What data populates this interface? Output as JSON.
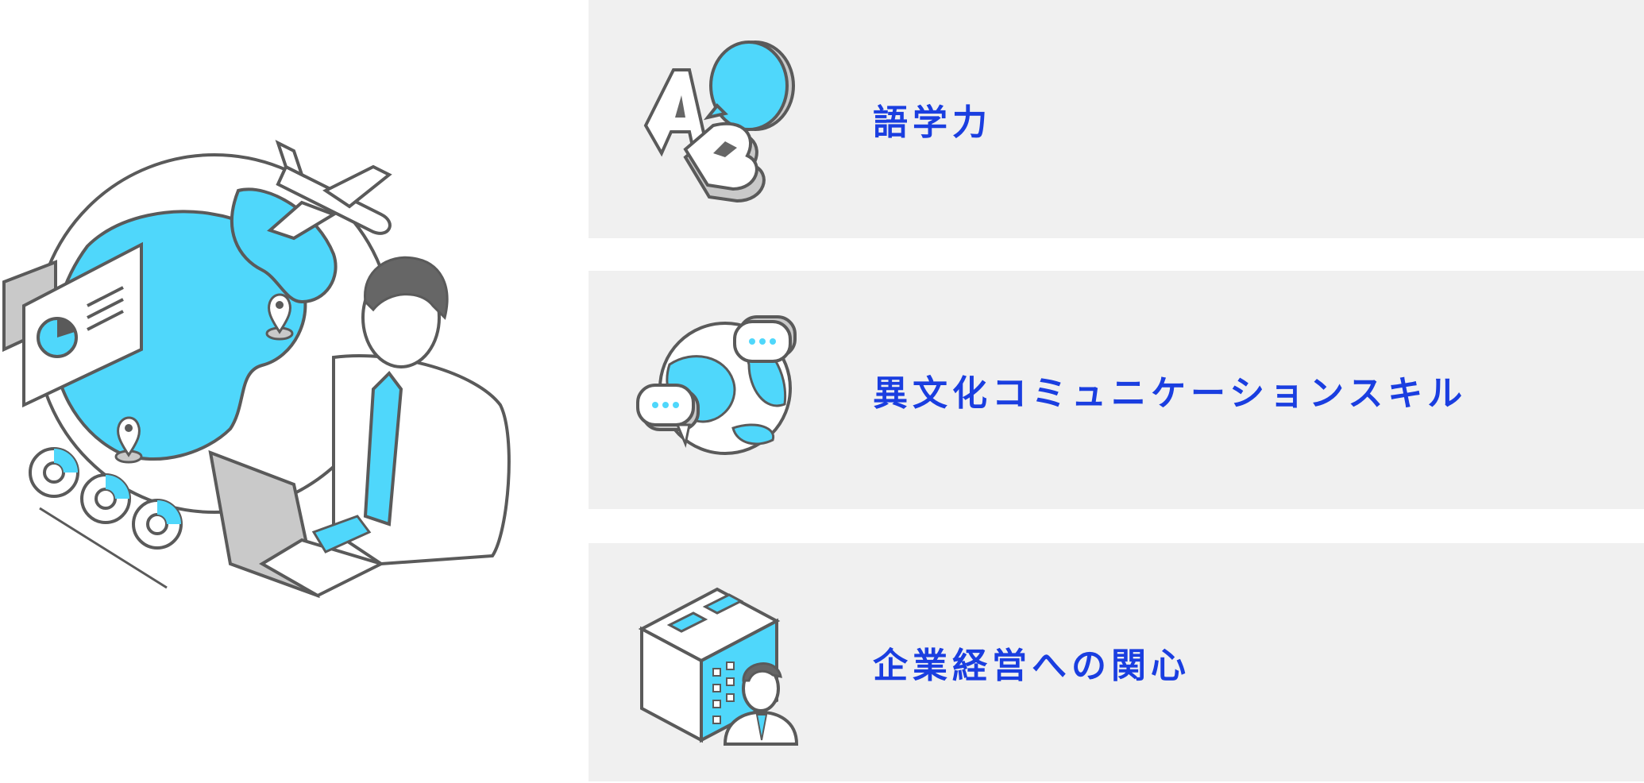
{
  "theme": {
    "accent": "#1a3ee0",
    "illustration_cyan": "#4fd7fb",
    "panel_bg": "#f0f0f0",
    "outline": "#5a5a5a",
    "gray": "#c9c9c9"
  },
  "hero": {
    "icons": [
      "globe-icon",
      "airplane-icon",
      "businessman-laptop-icon",
      "presentation-board-icon",
      "location-pin-icon",
      "donut-chart-icon"
    ]
  },
  "skills": [
    {
      "label": "語学力",
      "icon": "ab-speech-bubble-icon"
    },
    {
      "label": "異文化コミュニケーションスキル",
      "icon": "globe-chat-icon"
    },
    {
      "label": "企業経営への関心",
      "icon": "office-building-person-icon"
    }
  ]
}
